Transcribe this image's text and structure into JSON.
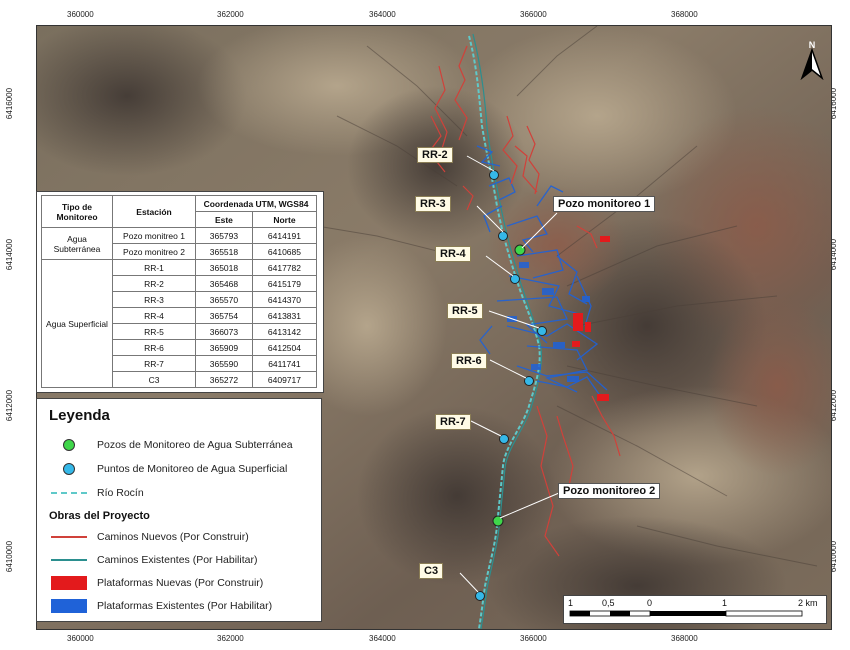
{
  "axes": {
    "top_ticks": [
      "360000",
      "362000",
      "364000",
      "366000",
      "368000"
    ],
    "bottom_ticks": [
      "360000",
      "362000",
      "364000",
      "366000",
      "368000"
    ],
    "left_ticks": [
      "6416000",
      "6414000",
      "6412000",
      "6410000"
    ],
    "right_ticks": [
      "6416000",
      "6414000",
      "6412000",
      "6410000"
    ]
  },
  "north_arrow": {
    "label": "N",
    "icon": "north-arrow-icon"
  },
  "callouts": {
    "rr2": "RR-2",
    "rr3": "RR-3",
    "rr4": "RR-4",
    "rr5": "RR-5",
    "rr6": "RR-6",
    "rr7": "RR-7",
    "c3": "C3",
    "pozo1": "Pozo monitoreo 1",
    "pozo2": "Pozo monitoreo 2"
  },
  "table": {
    "h_tipo": "Tipo de Monitoreo",
    "h_estacion": "Estación",
    "h_coord": "Coordenada UTM, WGS84",
    "h_este": "Este",
    "h_norte": "Norte",
    "group1": "Agua Subterránea",
    "group2": "Agua Superficial",
    "rows": [
      {
        "estacion": "Pozo monitreo 1",
        "este": "365793",
        "norte": "6414191"
      },
      {
        "estacion": "Pozo monitreo 2",
        "este": "365518",
        "norte": "6410685"
      },
      {
        "estacion": "RR-1",
        "este": "365018",
        "norte": "6417782"
      },
      {
        "estacion": "RR-2",
        "este": "365468",
        "norte": "6415179"
      },
      {
        "estacion": "RR-3",
        "este": "365570",
        "norte": "6414370"
      },
      {
        "estacion": "RR-4",
        "este": "365754",
        "norte": "6413831"
      },
      {
        "estacion": "RR-5",
        "este": "366073",
        "norte": "6413142"
      },
      {
        "estacion": "RR-6",
        "este": "365909",
        "norte": "6412504"
      },
      {
        "estacion": "RR-7",
        "este": "365590",
        "norte": "6411741"
      },
      {
        "estacion": "C3",
        "este": "365272",
        "norte": "6409717"
      }
    ]
  },
  "legend": {
    "title": "Leyenda",
    "pozos": "Pozos de Monitoreo de Agua Subterránea",
    "puntos": "Puntos de Monitoreo de Agua Superficial",
    "rio": "Río Rocín",
    "obras": "Obras del Proyecto",
    "caminos_nuevos": "Caminos Nuevos (Por Construir)",
    "caminos_existentes": "Caminos Existentes (Por Habilitar)",
    "plataformas_nuevas": "Plataformas Nuevas (Por Construir)",
    "plataformas_existentes": "Plataformas Existentes (Por Habilitar)",
    "colors": {
      "pozo": "#3fd64a",
      "punto": "#35b8e8",
      "rio": "#5fc9c9",
      "camino_nuevo": "#d0413a",
      "camino_existente": "#2b8f8f",
      "plataforma_nueva": "#e31a1c",
      "plataforma_existente": "#1f62d8"
    }
  },
  "scale": {
    "labels": [
      "1",
      "0,5",
      "0",
      "1",
      "2 km"
    ]
  }
}
